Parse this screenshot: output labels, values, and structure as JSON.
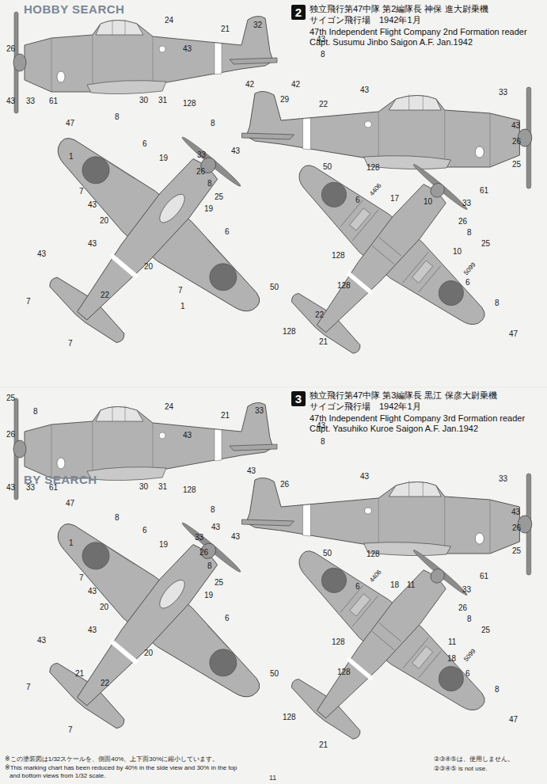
{
  "diagram": {
    "nodes": [
      {
        "text": [
          "2"
        ]
      },
      {
        "text": [
          "3"
        ]
      }
    ],
    "labels": [
      "HOBBY SEARCH",
      "独立飛行第47中隊 第2編隊長 神保 進大尉乗機",
      "サイゴン飛行場　1942年1月",
      "47th Independent Flight Company 2nd Formation reader",
      "Capt. Susumu Jinbo Saigon A.F. Jan.1942",
      "26",
      "24",
      "43",
      "21",
      "32",
      "43",
      "8",
      "42",
      "42",
      "43",
      "33",
      "61",
      "30",
      "31",
      "128",
      "22",
      "29",
      "8",
      "43",
      "43",
      "128",
      "33",
      "43",
      "26",
      "25",
      "61",
      "47",
      "8",
      "6",
      "19",
      "33",
      "26",
      "8",
      "25",
      "1",
      "7",
      "43",
      "20",
      "19",
      "6",
      "43",
      "20",
      "43",
      "7",
      "1",
      "50",
      "22",
      "7",
      "7",
      "50",
      "4406",
      "6",
      "17",
      "10",
      "33",
      "26",
      "8",
      "25",
      "10",
      "128",
      "5099",
      "6",
      "128",
      "8",
      "22",
      "21",
      "128",
      "47",
      "独立飛行第47中隊 第3編隊長 黒江 保彦大尉乗機",
      "サイゴン飛行場　1942年1月",
      "47th Independent Flight Company 3rd Formation reader",
      "Capt. Yasuhiko Kuroe Saigon A.F. Jan.1942",
      "25",
      "8",
      "26",
      "24",
      "43",
      "21",
      "33",
      "43",
      "8",
      "43",
      "43",
      "33",
      "61",
      "47",
      "30",
      "31",
      "128",
      "26",
      "8",
      "43",
      "43",
      "128",
      "33",
      "43",
      "26",
      "25",
      "61",
      "8",
      "6",
      "19",
      "43",
      "33",
      "26",
      "8",
      "25",
      "1",
      "7",
      "43",
      "20",
      "19",
      "6",
      "43",
      "20",
      "43",
      "50",
      "21",
      "22",
      "7",
      "7",
      "BY SEARCH",
      "50",
      "4406",
      "6",
      "18",
      "11",
      "33",
      "26",
      "8",
      "11",
      "25",
      "128",
      "18",
      "5099",
      "6",
      "128",
      "8",
      "128",
      "21",
      "47",
      "※この塗装図は1/32スケールを、側面40%、上下面30%に縮小しています。",
      "※This marking chart has been reduced by 40% in the side view and 30% in the top",
      "and bottom views from 1/32 scale.",
      "②③④⑤は、使用しません。",
      "②③④⑤ is not use.",
      "11"
    ]
  }
}
